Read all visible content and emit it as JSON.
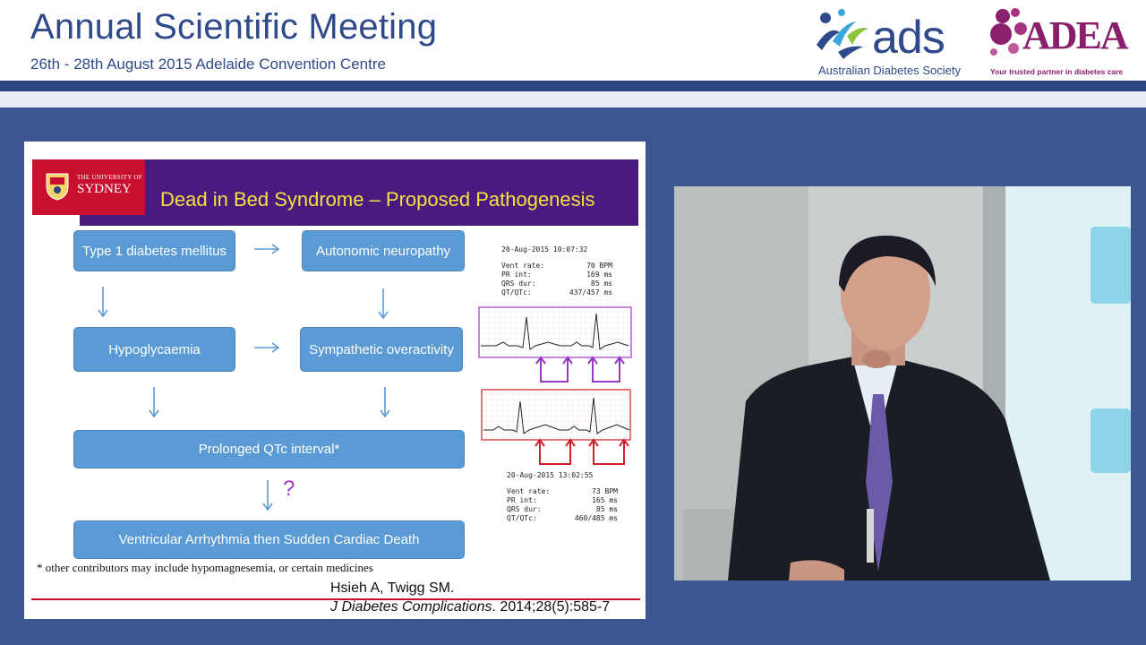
{
  "banner": {
    "title": "Annual Scientific Meeting",
    "subtitle": "26th - 28th August 2015 Adelaide Convention Centre",
    "ads_logo_text": "ads",
    "ads_caption": "Australian Diabetes Society",
    "adea_logo_text": "ADEA",
    "adea_caption": "Your trusted partner in diabetes care"
  },
  "slide": {
    "university_small": "THE UNIVERSITY OF",
    "university_name": "SYDNEY",
    "title": "Dead in Bed Syndrome – Proposed Pathogenesis",
    "boxes": {
      "t1dm": "Type 1 diabetes mellitus",
      "autonomic": "Autonomic neuropathy",
      "hypo": "Hypoglycaemia",
      "sympathetic": "Sympathetic overactivity",
      "qtc": "Prolonged QTc interval*",
      "arrhythmia": "Ventricular Arrhythmia then Sudden Cardiac Death"
    },
    "question_mark": "?",
    "footnote": "* other contributors may include hypomagnesemia, or certain medicines",
    "citation_authors": "Hsieh A, Twigg SM.",
    "citation_journal": "J Diabetes Complications",
    "citation_rest": ". 2014;28(5):585-7",
    "ecg1": {
      "timestamp": "20-Aug-2015 10:07:32",
      "rows": [
        {
          "k": "Vent rate:",
          "v": "70 BPM"
        },
        {
          "k": "PR int:",
          "v": "169 ms"
        },
        {
          "k": "QRS dur:",
          "v": "85 ms"
        },
        {
          "k": "QT/QTc:",
          "v": "437/457 ms"
        }
      ]
    },
    "ecg2": {
      "timestamp": "20-Aug-2015 13:02:55",
      "rows": [
        {
          "k": "Vent rate:",
          "v": "73 BPM"
        },
        {
          "k": "PR int:",
          "v": "165 ms"
        },
        {
          "k": "QRS dur:",
          "v": "85 ms"
        },
        {
          "k": "QT/QTc:",
          "v": "460/485 ms"
        }
      ]
    }
  },
  "colors": {
    "background": "#3d5591",
    "banner_text": "#2f4a8a",
    "title_bar": "#4a1b7e",
    "title_text": "#f4e042",
    "flow_box": "#5b9bd5",
    "flow_arrow": "#5b9bd5",
    "ecg1_frame": "#9b39c7",
    "ecg2_frame": "#d0202a",
    "university_red": "#c8102e"
  },
  "icons": {
    "ads": "ads-figure-logo-icon",
    "adea": "adea-circles-logo-icon",
    "crest": "university-crest-icon"
  }
}
